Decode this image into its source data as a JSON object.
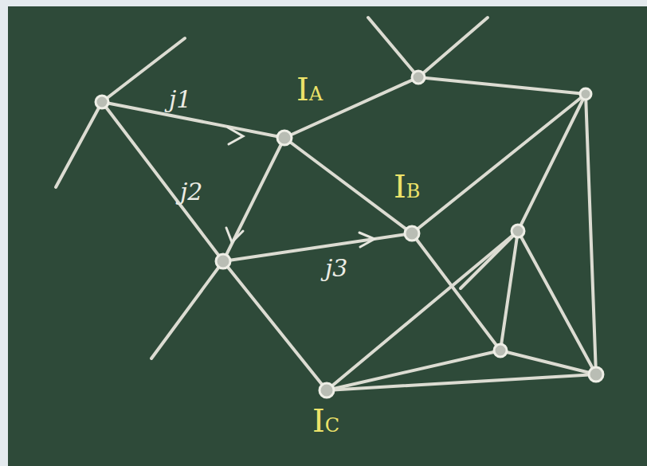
{
  "diagram": {
    "labels": [
      "j1",
      "IA",
      "j2",
      "IB",
      "j3",
      "IC"
    ]
  }
}
